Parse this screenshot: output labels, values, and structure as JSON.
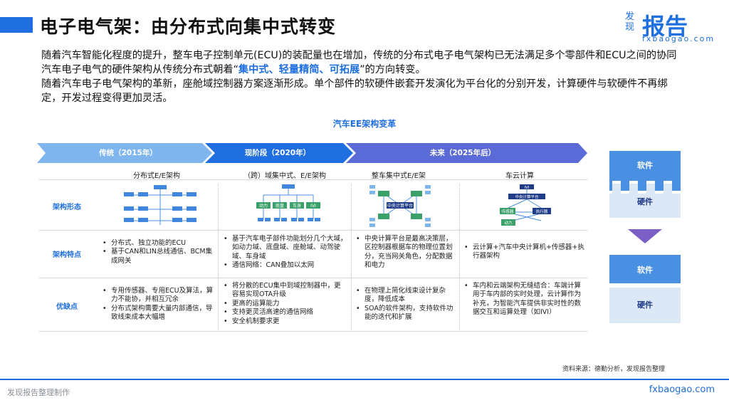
{
  "header": {
    "title": "电子电气架：由分布式向集中式转变"
  },
  "logo": {
    "small_text": "发现",
    "big_text": "报告",
    "url": "fxbaogao.com"
  },
  "intro": {
    "p1_before": "随着汽车智能化程度的提升，整车电子控制单元(ECU)的装配量也在增加，传统的分布式电子电气架构已无法满足多个零部件和ECU之间的协同汽车电子电气的硬件架构从传统分布式朝着“",
    "p1_highlight": "集中式、轻量精简、可拓展",
    "p1_after": "”的方向转变。",
    "p2": "随着汽车电子电气架构的革新，座舱域控制器方案逐渐形成。单个部件的软硬件嵌套开发演化为平台化的分别开发，计算硬件与软硬件不再绑定，开发过程变得更加灵活。"
  },
  "chart": {
    "title": "汽车EE架构变革",
    "phases": [
      "传统（2015年）",
      "现阶段（2020年）",
      "未来（2025年后）"
    ],
    "columns": [
      "分布式E/E架构",
      "（跨）域集中式、E/E架构",
      "整车集中式E/E架",
      "车云计算"
    ],
    "rows": [
      "架构形态",
      "架构特点",
      "优缺点"
    ],
    "diagram_labels": {
      "domain_nodes": [
        "动力",
        "底盘",
        "车身",
        "IVI"
      ],
      "central_box": "中央计算平台",
      "cloud_top": "IVI",
      "cloud_central": "中央计算平台",
      "cloud_left": "传感器",
      "cloud_right": "执行器",
      "cloud_bottom": "动力"
    },
    "features": [
      [
        "分布式、独立功能的ECU",
        "基于CAN和LIN总线通信、BCM集成网关"
      ],
      [
        "基于汽车电子部件功能划分几个大域，如动力域、底盘域、座舱域、动驾驶域、车身域",
        "通信网络：CAN叠加以太网"
      ],
      [
        "中央计算平台是最高决策层，区控制器根据车的物理位置划分，充当网关角色，分配数据和电力"
      ],
      [
        "云计算+汽车中央计算机+传感器+执行器架构"
      ]
    ],
    "pros_cons": [
      [
        "专用传感器、专用ECU及算法，算力不能协，并相互冗余",
        "分布式架构需要大量内部通信，导致线束成本大幅增"
      ],
      [
        "将分散的ECU集中到域控制器中，更容易实现OTA升级",
        "更高的运算能力",
        "支持更灵活高速的通信网络",
        "安全机制要求更"
      ],
      [
        "在物理上简化线束设计复杂度，降低成本",
        "SOA的软件架构，支持软件功能的迭代和扩展"
      ],
      [
        "车内和云端架构无缝结合：车端计算用于车内部的实时处理，云计算作为补充，为智能汽车提供非实时性的数据交互和运算处理（如IVI）"
      ]
    ]
  },
  "side": {
    "top_software": "软件",
    "top_hardware": "硬件",
    "bottom_software": "软件",
    "bottom_hardware": "硬件"
  },
  "source": "资料来源：德勤分析，发现报告整理",
  "footer": {
    "left": "发现报告整理制作",
    "right": "fxbaogao.com"
  },
  "colors": {
    "brand_blue": "#1f6fe0",
    "phase1": "#7fb6ee",
    "phase2": "#1f6fe0",
    "phase3": "#5a6ad6",
    "side_blue": "#4a90e2",
    "side_light": "#dde8f6",
    "down_arrow": "#7b5ec6"
  }
}
